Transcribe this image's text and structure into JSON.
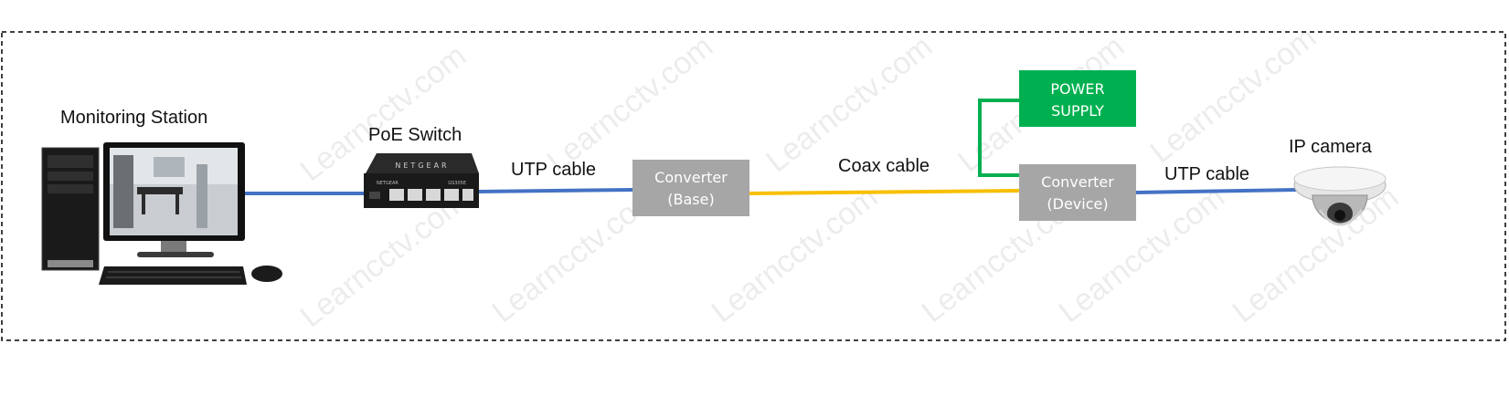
{
  "colors": {
    "utp_cable": "#4472c4",
    "coax_cable": "#f8bf00",
    "power_line": "#00b050",
    "converter_box": "#a6a6a6",
    "power_box": "#00b050",
    "border": "#000000"
  },
  "labels": {
    "monitoring_station": "Monitoring Station",
    "poe_switch": "PoE Switch",
    "utp_cable_left": "UTP cable",
    "coax_cable": "Coax cable",
    "utp_cable_right": "UTP cable",
    "ip_camera": "IP camera"
  },
  "boxes": {
    "converter_base": {
      "line1": "Converter",
      "line2": "(Base)"
    },
    "converter_device": {
      "line1": "Converter",
      "line2": "(Device)"
    },
    "power_supply": {
      "line1": "POWER",
      "line2": "SUPPLY"
    }
  },
  "switch_brand": "NETGEAR",
  "switch_model": "GS305E",
  "watermark": "Learncctv.com",
  "icons": [
    "desktop-computer-icon",
    "network-switch-icon",
    "dome-ip-camera-icon"
  ]
}
